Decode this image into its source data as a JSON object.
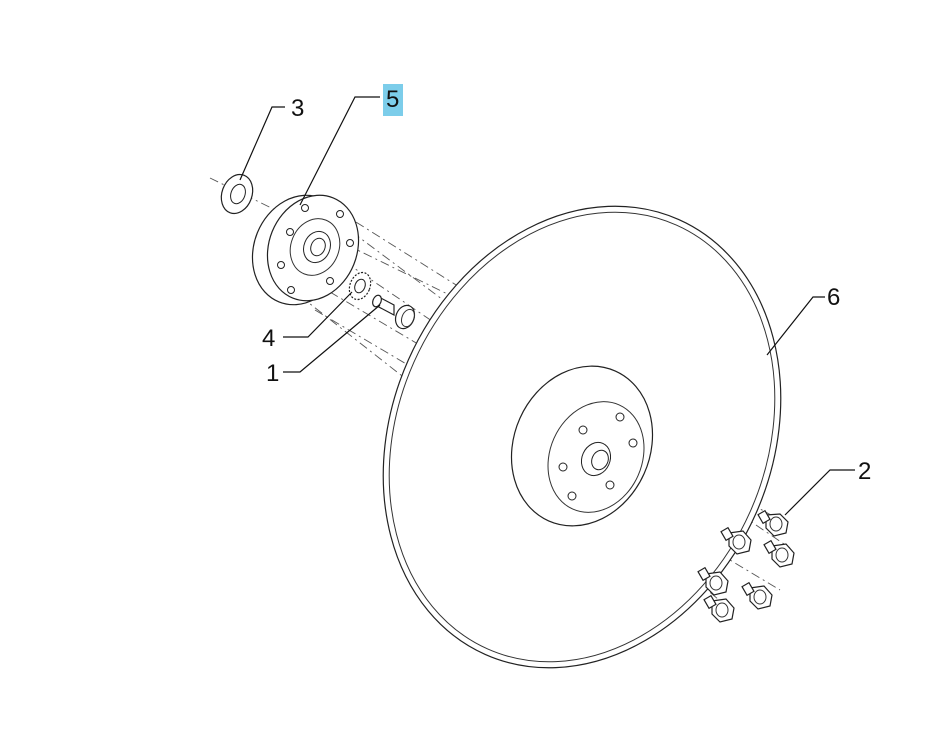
{
  "callouts": [
    {
      "id": "3",
      "label": "3"
    },
    {
      "id": "5",
      "label": "5",
      "highlighted": true
    },
    {
      "id": "4",
      "label": "4"
    },
    {
      "id": "1",
      "label": "1"
    },
    {
      "id": "6",
      "label": "6"
    },
    {
      "id": "2",
      "label": "2"
    }
  ],
  "colors": {
    "highlight": "#7ccdea",
    "line": "#222222",
    "background": "#ffffff"
  }
}
